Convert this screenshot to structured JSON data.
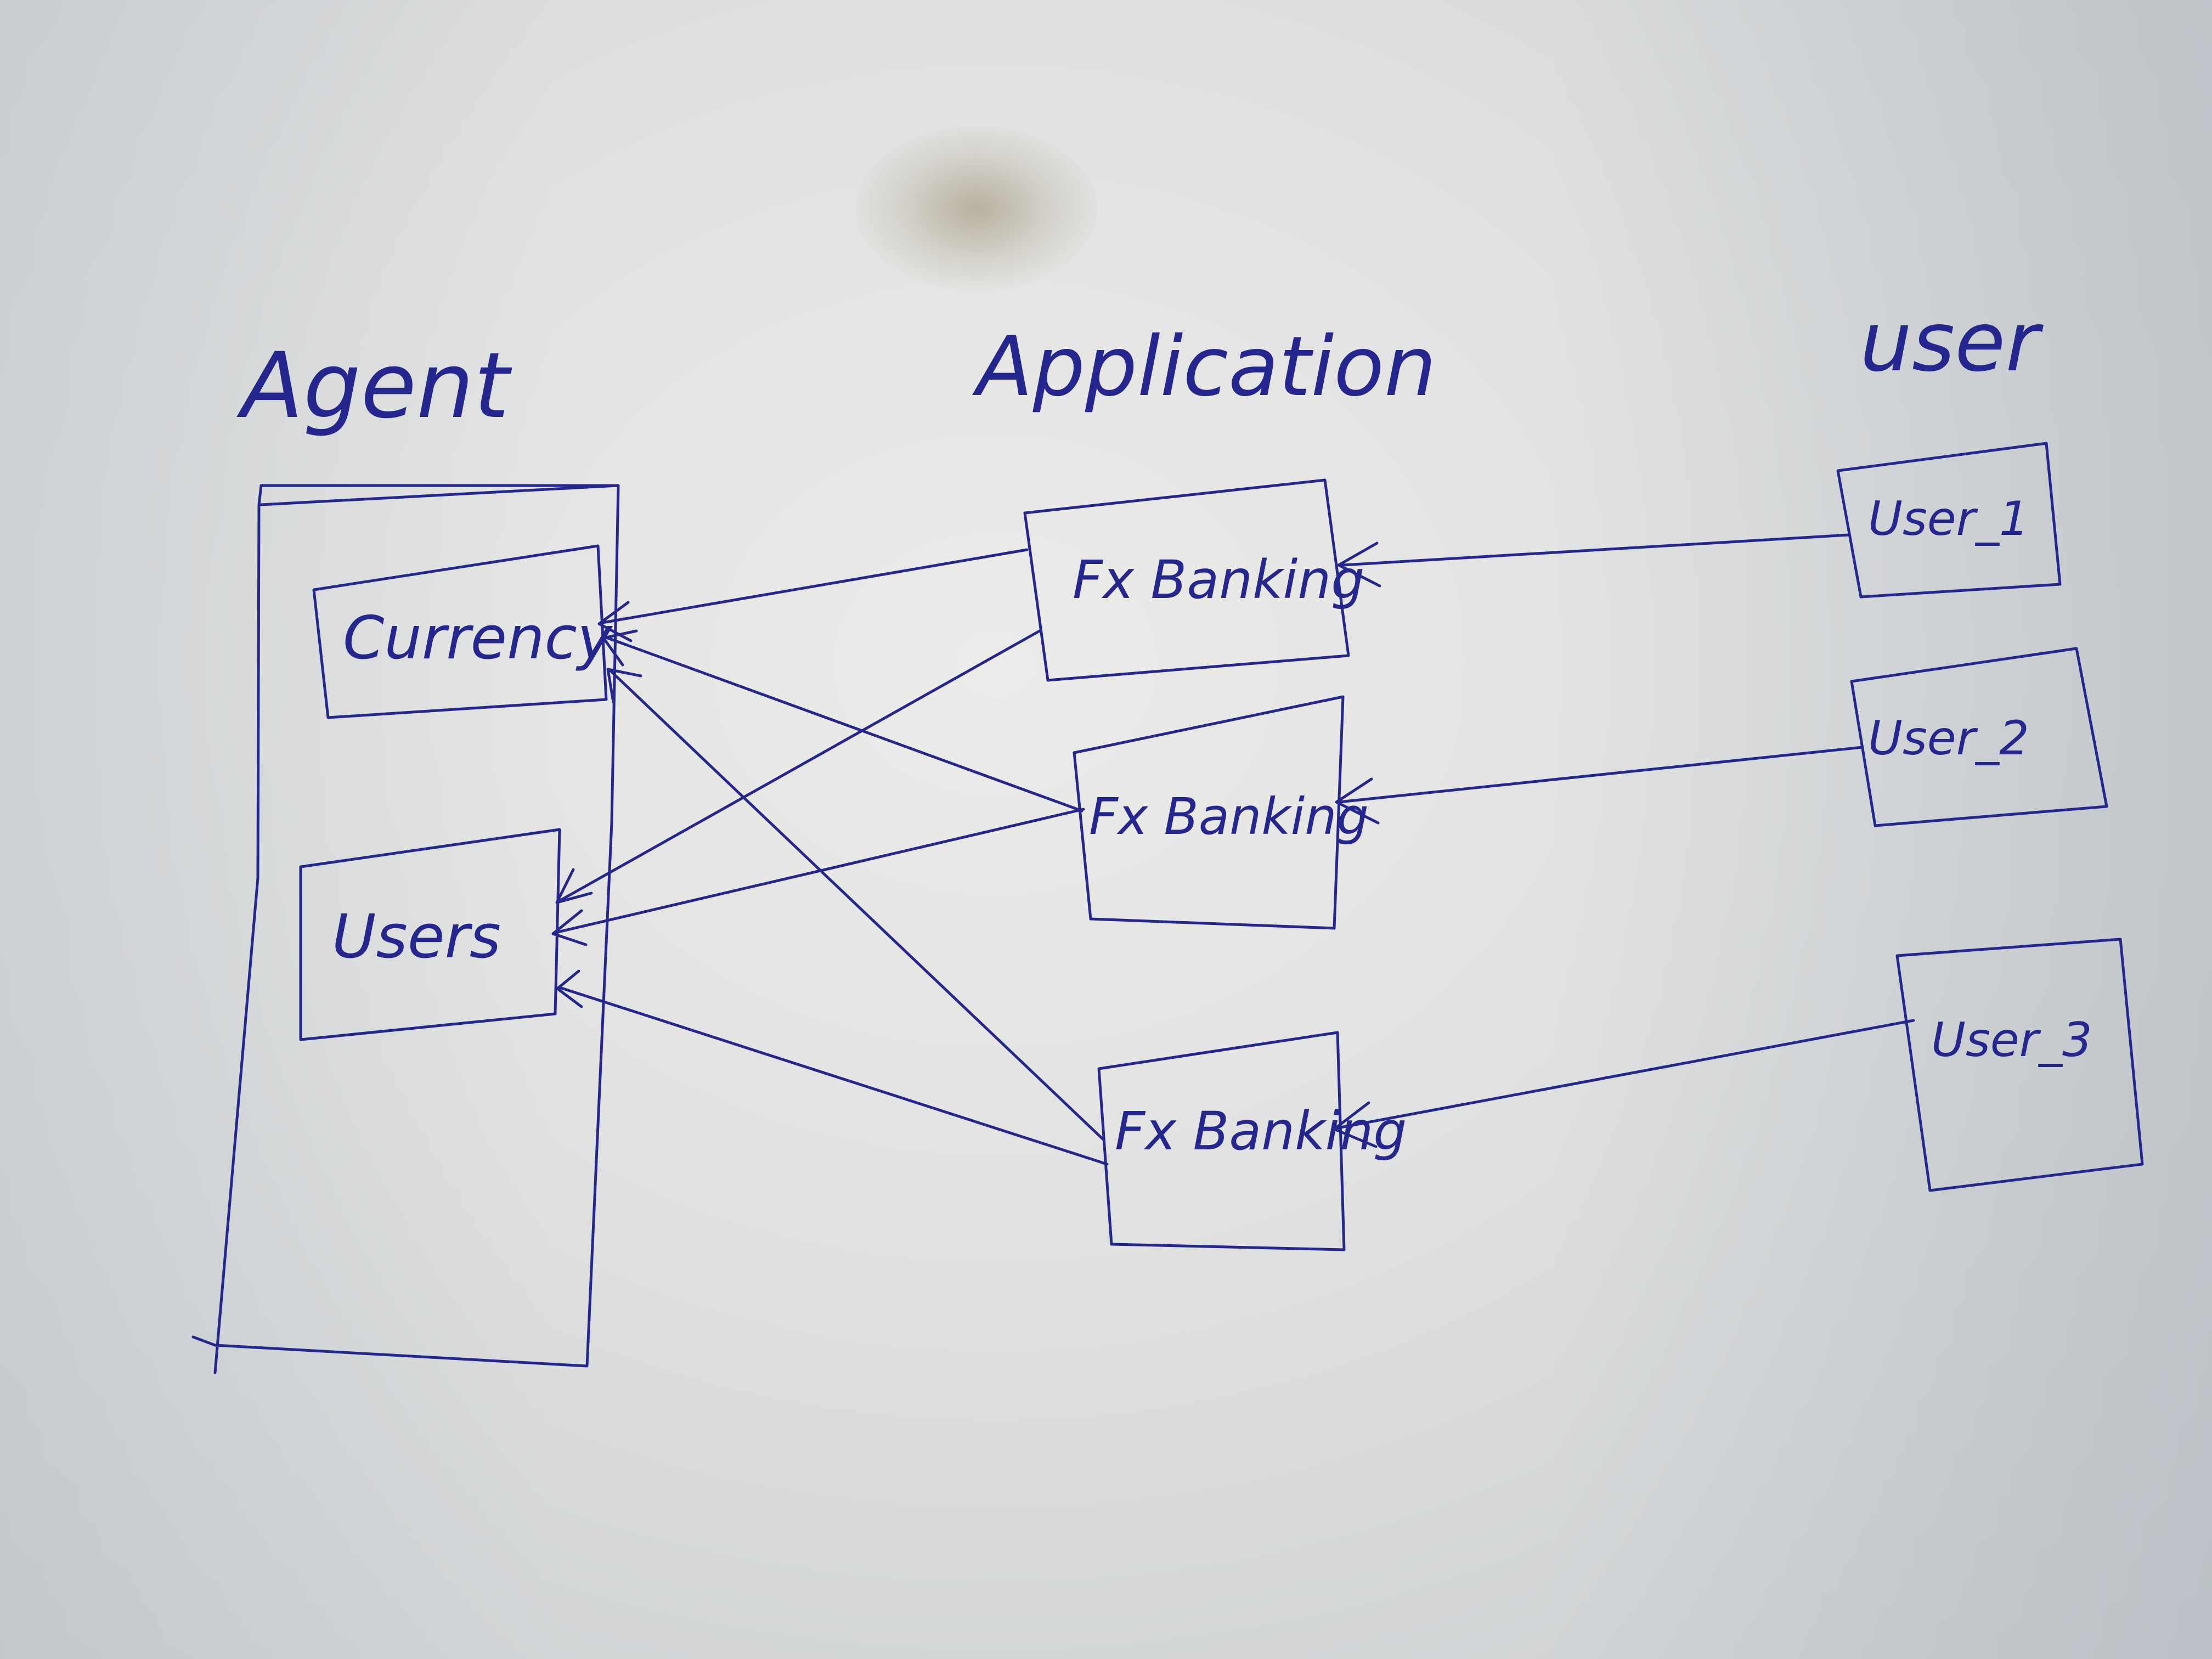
{
  "columns": {
    "agent": "Agent",
    "application": "Application",
    "user": "user"
  },
  "agent_boxes": {
    "currency": "Currency",
    "users": "Users"
  },
  "application_boxes": [
    {
      "label": "Fx Banking"
    },
    {
      "label": "Fx Banking"
    },
    {
      "label": "Fx Banking"
    }
  ],
  "user_boxes": [
    {
      "label": "User_1"
    },
    {
      "label": "User_2"
    },
    {
      "label": "User_3"
    }
  ],
  "connections": [
    {
      "from": "User_1",
      "to": "Fx Banking 1"
    },
    {
      "from": "User_2",
      "to": "Fx Banking 2"
    },
    {
      "from": "User_3",
      "to": "Fx Banking 3"
    },
    {
      "from": "Fx Banking 1",
      "to": "Currency"
    },
    {
      "from": "Fx Banking 1",
      "to": "Users"
    },
    {
      "from": "Fx Banking 2",
      "to": "Currency"
    },
    {
      "from": "Fx Banking 2",
      "to": "Users"
    },
    {
      "from": "Fx Banking 3",
      "to": "Currency"
    },
    {
      "from": "Fx Banking 3",
      "to": "Users"
    }
  ],
  "colors": {
    "ink": "#26268f",
    "paper": "#e4e5e4"
  }
}
